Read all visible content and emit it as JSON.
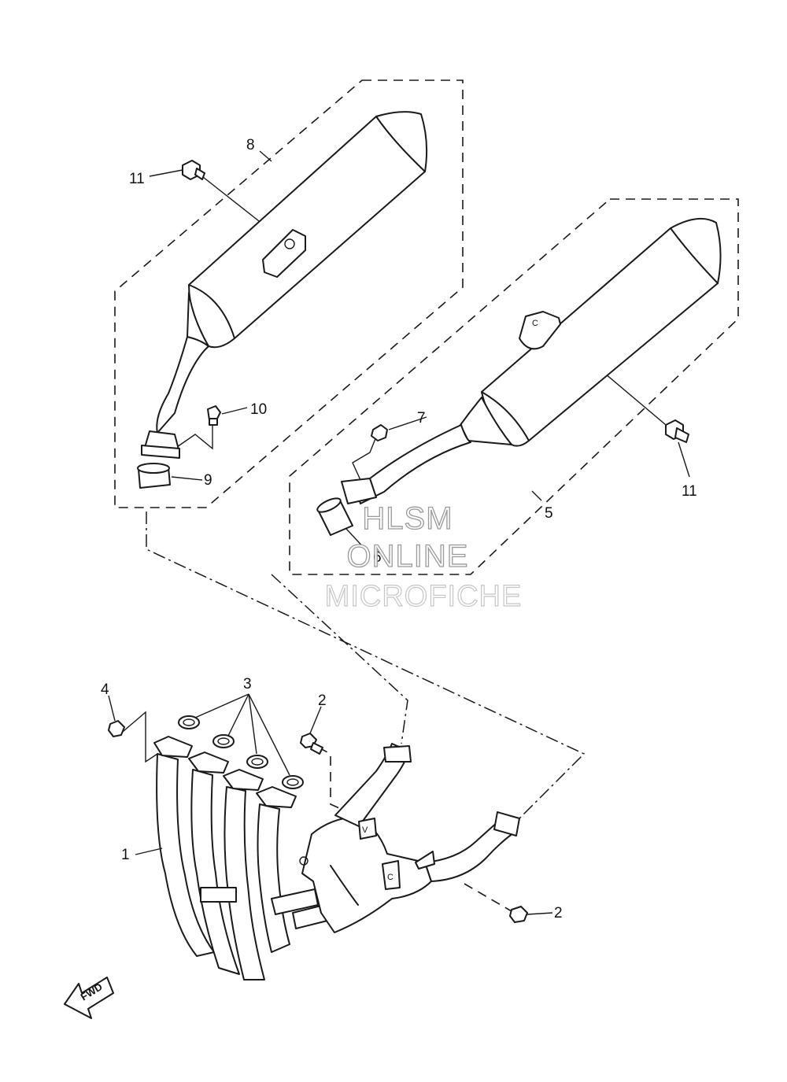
{
  "callouts": {
    "c1": "1",
    "c2a": "2",
    "c2b": "2",
    "c3": "3",
    "c4": "4",
    "c5": "5",
    "c6": "6",
    "c7": "7",
    "c8": "8",
    "c9": "9",
    "c10": "10",
    "c11a": "11",
    "c11b": "11"
  },
  "watermark": {
    "line1": "HLSM",
    "line2": "ONLINE",
    "line3": "MICROFICHE"
  },
  "markings": {
    "fwd_arrow": "FWD",
    "mark_c_right_muffler": "C",
    "mark_c_pipe": "C",
    "mark_v": "V"
  },
  "icons": {
    "forward_direction": "fwd-arrow-icon"
  }
}
